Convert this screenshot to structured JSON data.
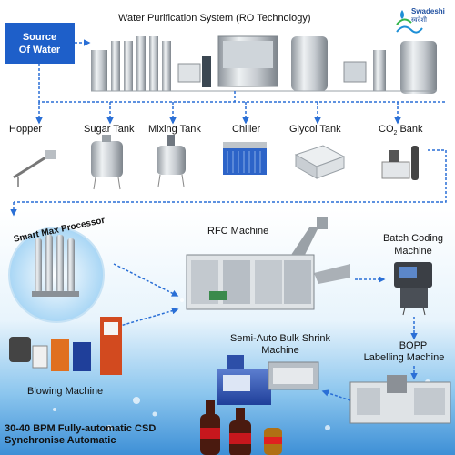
{
  "source": {
    "line1": "Source",
    "line2": "Of Water"
  },
  "title": "Water Purification System (RO Technology)",
  "logo": {
    "text1": "Swadeshi",
    "text2": "स्वदेशी"
  },
  "stations": {
    "hopper": "Hopper",
    "sugar_tank": "Sugar Tank",
    "mixing_tank": "Mixing Tank",
    "chiller": "Chiller",
    "glycol_tank": "Glycol Tank",
    "co2_bank": "CO",
    "co2_sub": "2",
    "co2_suffix": " Bank",
    "smart_max": "Smart Max Processor",
    "rfc_machine": "RFC Machine",
    "batch_coding_1": "Batch Coding",
    "batch_coding_2": "Machine",
    "bopp_1": "BOPP",
    "bopp_2": "Labelling Machine",
    "shrink_1": "Semi-Auto Bulk Shrink",
    "shrink_2": "Machine",
    "blowing": "Blowing Machine"
  },
  "footer": {
    "line1": "30-40 BPM Fully-automatic CSD",
    "line2": "Synchronise Automatic"
  },
  "colors": {
    "accent_blue": "#1e5fc9",
    "flow_arrow": "#2a6fd6",
    "water_blue": "#6fb6e8"
  }
}
